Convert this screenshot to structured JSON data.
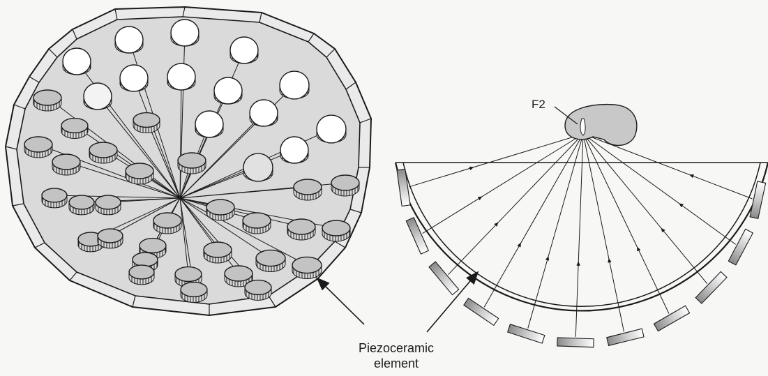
{
  "labels": {
    "focus": "F2",
    "element_line1": "Piezoceramic",
    "element_line2": "element"
  },
  "colors": {
    "ink": "#1a1a1a",
    "element_fill": "#c9c9c9",
    "bowl_fill": "#dedede",
    "paper": "#f7f7f5",
    "focal_zone": "#c8c8c8"
  }
}
